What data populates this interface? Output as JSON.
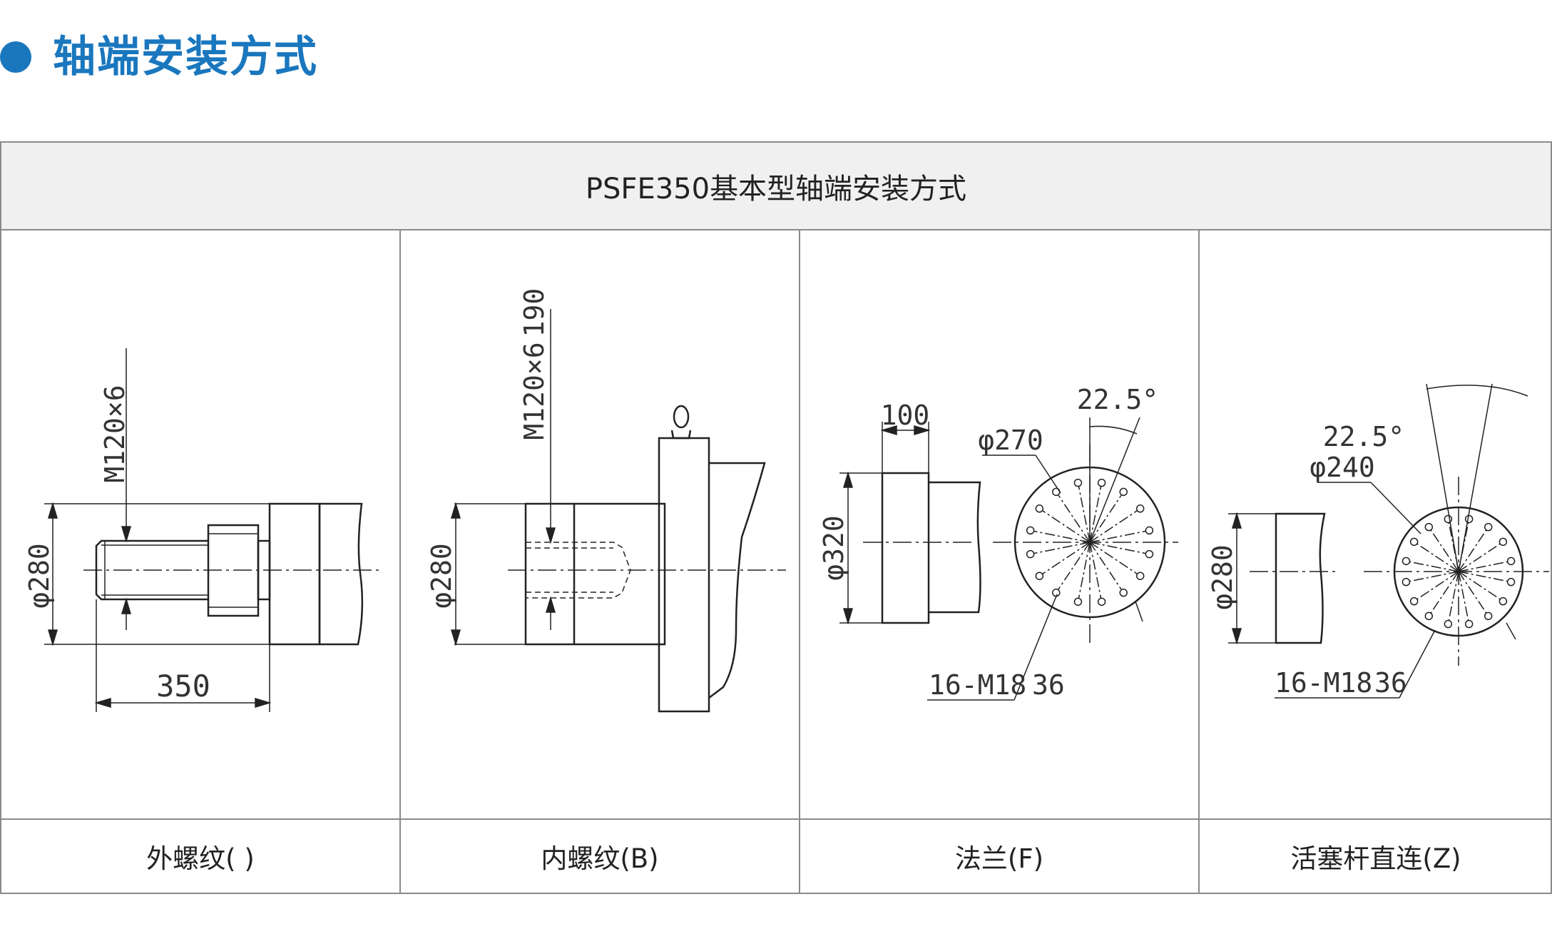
{
  "section_title": "轴端安装方式",
  "table_title": "PSFE350基本型轴端安装方式",
  "columns": [
    {
      "label": "外螺纹( )",
      "dims": {
        "thread": "M120×6",
        "diameter": "φ280",
        "length": "350"
      }
    },
    {
      "label": "内螺纹(B)",
      "dims": {
        "thread": "M120×6",
        "depth": "190",
        "diameter": "φ280"
      }
    },
    {
      "label": "法兰(F)",
      "dims": {
        "thickness": "100",
        "diameter": "φ320",
        "bolt_circle": "φ270",
        "angle": "22.5°",
        "holes": "16-M18",
        "hole_depth": "36"
      }
    },
    {
      "label": "活塞杆直连(Z)",
      "dims": {
        "diameter": "φ280",
        "bolt_circle": "φ240",
        "angle": "22.5°",
        "holes": "16-M18",
        "hole_depth": "36"
      }
    }
  ],
  "colors": {
    "accent": "#1a77be",
    "line": "#222222",
    "header_bg": "#f0f0f0",
    "border": "#8a8a8a"
  }
}
